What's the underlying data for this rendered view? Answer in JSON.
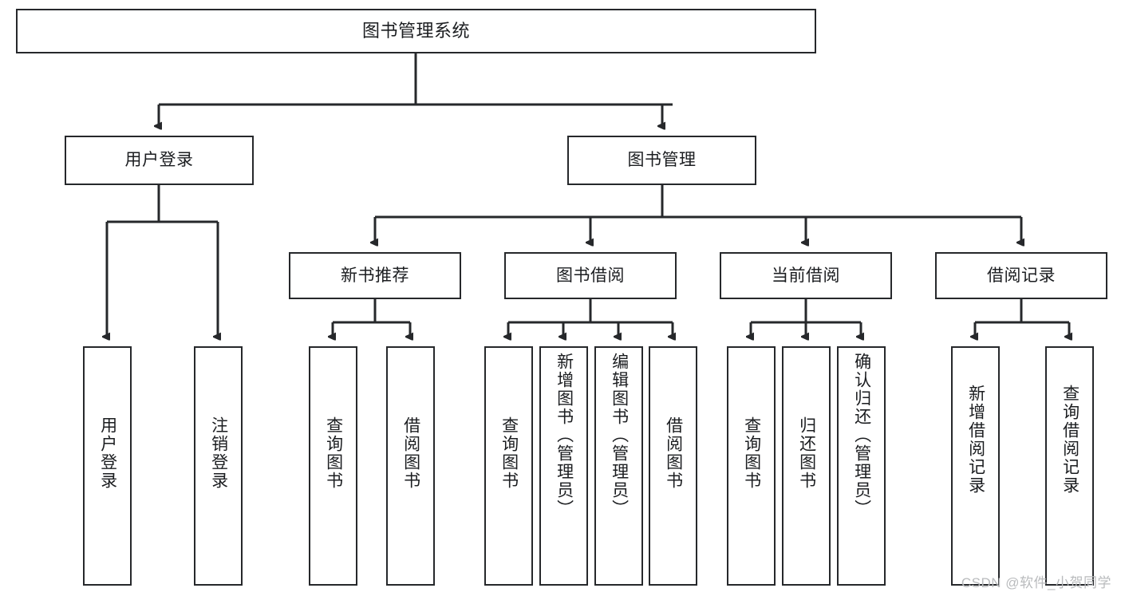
{
  "diagram": {
    "title": "图书管理系统",
    "type": "hierarchy-tree",
    "watermark": "CSDN @软件_小贺同学",
    "stroke_color": "#26282b",
    "fill_color": "#ffffff",
    "text_color": "#1b1d20",
    "watermark_color": "#b9bbbd",
    "levels": 4,
    "nodes": {
      "root": {
        "label": "图书管理系统",
        "level": 0,
        "orientation": "horizontal"
      },
      "l1_0": {
        "label": "用户登录",
        "level": 1,
        "orientation": "horizontal"
      },
      "l1_1": {
        "label": "图书管理",
        "level": 1,
        "orientation": "horizontal"
      },
      "l2_0": {
        "label": "新书推荐",
        "level": 2,
        "orientation": "horizontal"
      },
      "l2_1": {
        "label": "图书借阅",
        "level": 2,
        "orientation": "horizontal"
      },
      "l2_2": {
        "label": "当前借阅",
        "level": 2,
        "orientation": "horizontal"
      },
      "l2_3": {
        "label": "借阅记录",
        "level": 2,
        "orientation": "horizontal"
      },
      "leaf_0": {
        "label": "用户登录",
        "level": 3,
        "orientation": "vertical",
        "parent": "用户登录"
      },
      "leaf_1": {
        "label": "注销登录",
        "level": 3,
        "orientation": "vertical",
        "parent": "用户登录"
      },
      "leaf_2": {
        "label": "查询图书",
        "level": 3,
        "orientation": "vertical",
        "parent": "新书推荐"
      },
      "leaf_3": {
        "label": "借阅图书",
        "level": 3,
        "orientation": "vertical",
        "parent": "新书推荐"
      },
      "leaf_4": {
        "label": "查询图书",
        "level": 3,
        "orientation": "vertical",
        "parent": "图书借阅"
      },
      "leaf_5": {
        "label": "新增图书（管理员）",
        "level": 3,
        "orientation": "vertical",
        "parent": "图书借阅"
      },
      "leaf_6": {
        "label": "编辑图书（管理员）",
        "level": 3,
        "orientation": "vertical",
        "parent": "图书借阅"
      },
      "leaf_7": {
        "label": "借阅图书",
        "level": 3,
        "orientation": "vertical",
        "parent": "图书借阅"
      },
      "leaf_8": {
        "label": "查询图书",
        "level": 3,
        "orientation": "vertical",
        "parent": "当前借阅"
      },
      "leaf_9": {
        "label": "归还图书",
        "level": 3,
        "orientation": "vertical",
        "parent": "当前借阅"
      },
      "leaf_10": {
        "label": "确认归还（管理员）",
        "level": 3,
        "orientation": "vertical",
        "parent": "当前借阅"
      },
      "leaf_11": {
        "label": "新增借阅记录",
        "level": 3,
        "orientation": "vertical",
        "parent": "借阅记录"
      },
      "leaf_12": {
        "label": "查询借阅记录",
        "level": 3,
        "orientation": "vertical",
        "parent": "借阅记录"
      }
    }
  }
}
